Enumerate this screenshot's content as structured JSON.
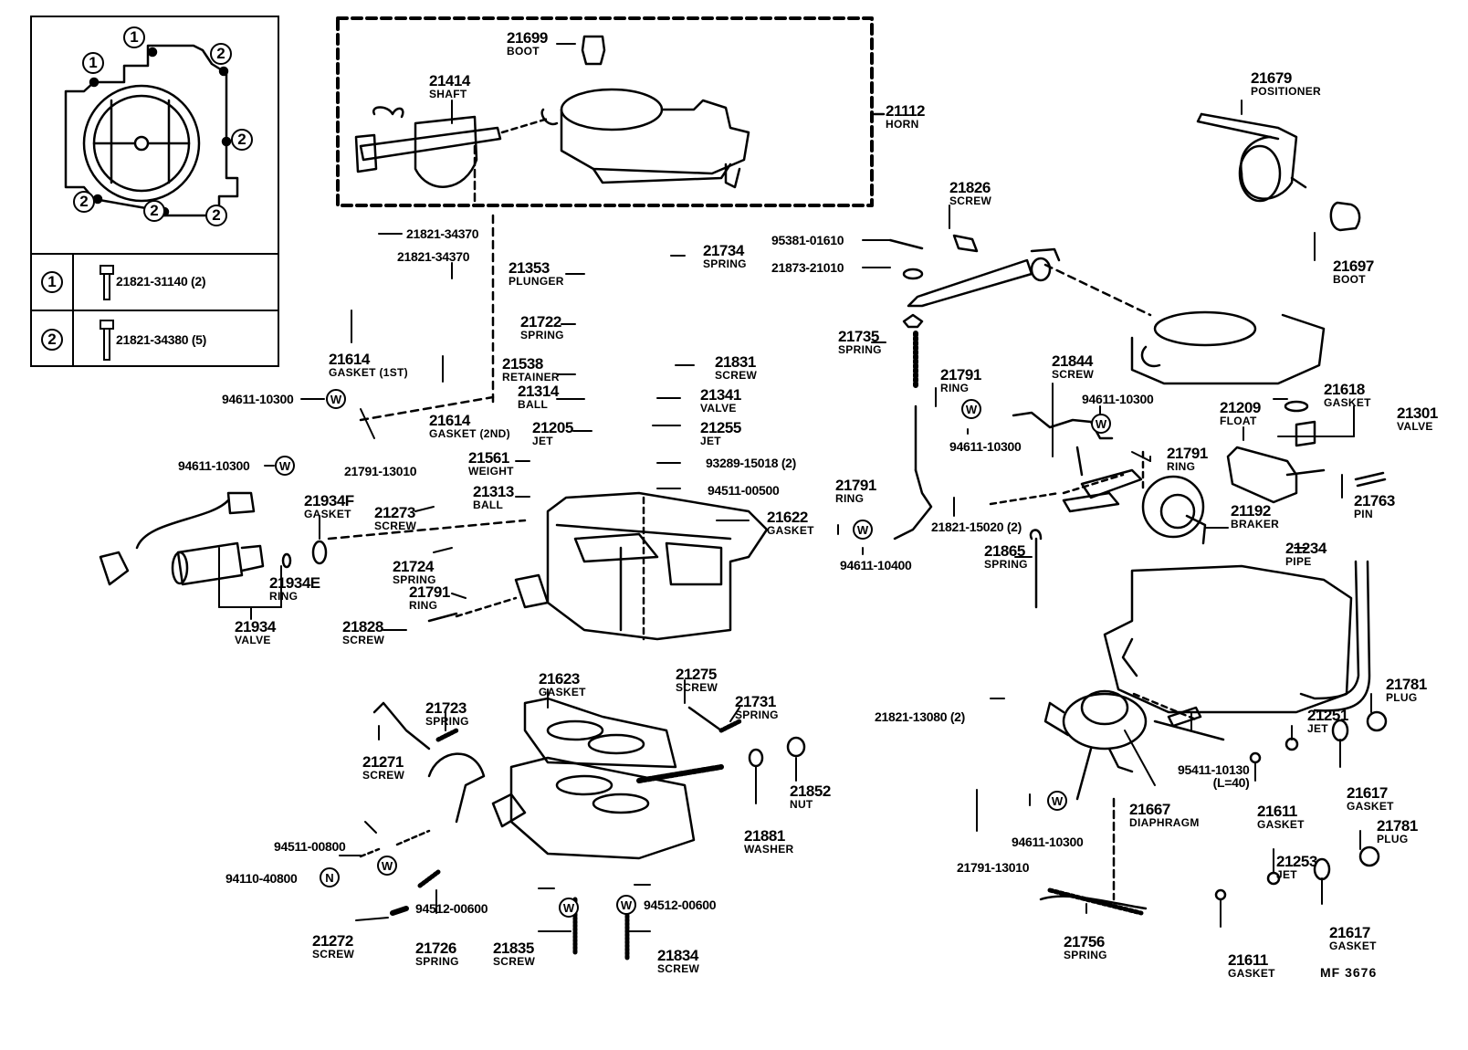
{
  "diagram": {
    "type": "exploded parts diagram",
    "subject": "Carburetor assembly",
    "figure_code": "MF 3676"
  },
  "inset": {
    "markers": [
      "1",
      "1",
      "2",
      "2",
      "2",
      "2",
      "2",
      "2"
    ],
    "rows": [
      {
        "key": "1",
        "part": "21821-31140 (2)"
      },
      {
        "key": "2",
        "part": "21821-34380 (5)"
      }
    ]
  },
  "parts": {
    "p21699": {
      "num": "21699",
      "name": "BOOT"
    },
    "p21414": {
      "num": "21414",
      "name": "SHAFT"
    },
    "p21112": {
      "num": "21112",
      "name": "HORN"
    },
    "p21679": {
      "num": "21679",
      "name": "POSITIONER"
    },
    "p21697": {
      "num": "21697",
      "name": "BOOT"
    },
    "p21826": {
      "num": "21826",
      "name": "SCREW"
    },
    "p95381": {
      "num": "95381-01610"
    },
    "p21873": {
      "num": "21873-21010"
    },
    "p21735": {
      "num": "21735",
      "name": "SPRING"
    },
    "p21791a": {
      "num": "21791",
      "name": "RING"
    },
    "p21844": {
      "num": "21844",
      "name": "SCREW"
    },
    "w94611a": {
      "num": "94611-10300"
    },
    "w94611b": {
      "num": "94611-10300"
    },
    "p21791b": {
      "num": "21791",
      "name": "RING"
    },
    "p21618": {
      "num": "21618",
      "name": "GASKET"
    },
    "p21209": {
      "num": "21209",
      "name": "FLOAT"
    },
    "p21301": {
      "num": "21301",
      "name": "VALVE"
    },
    "p21791c": {
      "num": "21791",
      "name": "RING"
    },
    "w94611c": {
      "num": "94611-10400"
    },
    "p21821_15020": {
      "num": "21821-15020 (2)"
    },
    "p21192": {
      "num": "21192",
      "name": "BRAKER"
    },
    "p21763": {
      "num": "21763",
      "name": "PIN"
    },
    "p21865": {
      "num": "21865",
      "name": "SPRING"
    },
    "p21234": {
      "num": "21234",
      "name": "PIPE"
    },
    "p21821_34370a": {
      "num": "21821-34370"
    },
    "p21821_34370b": {
      "num": "21821-34370"
    },
    "p21614a": {
      "num": "21614",
      "name": "GASKET (1ST)"
    },
    "p21614b": {
      "num": "21614",
      "name": "GASKET (2ND)"
    },
    "w94611d": {
      "num": "94611-10300"
    },
    "w94611e": {
      "num": "94611-10300"
    },
    "p21791_13010a": {
      "num": "21791-13010"
    },
    "p21353": {
      "num": "21353",
      "name": "PLUNGER"
    },
    "p21722": {
      "num": "21722",
      "name": "SPRING"
    },
    "p21538": {
      "num": "21538",
      "name": "RETAINER"
    },
    "p21314": {
      "num": "21314",
      "name": "BALL"
    },
    "p21205": {
      "num": "21205",
      "name": "JET"
    },
    "p21561": {
      "num": "21561",
      "name": "WEIGHT"
    },
    "p21313": {
      "num": "21313",
      "name": "BALL"
    },
    "p21734": {
      "num": "21734",
      "name": "SPRING"
    },
    "p21831": {
      "num": "21831",
      "name": "SCREW"
    },
    "p21341": {
      "num": "21341",
      "name": "VALVE"
    },
    "p21255": {
      "num": "21255",
      "name": "JET"
    },
    "p93289": {
      "num": "93289-15018 (2)"
    },
    "p94511_00500": {
      "num": "94511-00500"
    },
    "p21622": {
      "num": "21622",
      "name": "GASKET"
    },
    "p21934F": {
      "num": "21934F",
      "name": "GASKET"
    },
    "p21273": {
      "num": "21273",
      "name": "SCREW"
    },
    "p21724": {
      "num": "21724",
      "name": "SPRING"
    },
    "p21934E": {
      "num": "21934E",
      "name": "RING"
    },
    "p21934": {
      "num": "21934",
      "name": "VALVE"
    },
    "p21791d": {
      "num": "21791",
      "name": "RING"
    },
    "p21828": {
      "num": "21828",
      "name": "SCREW"
    },
    "p21623": {
      "num": "21623",
      "name": "GASKET"
    },
    "p21275": {
      "num": "21275",
      "name": "SCREW"
    },
    "p21731": {
      "num": "21731",
      "name": "SPRING"
    },
    "p21723": {
      "num": "21723",
      "name": "SPRING"
    },
    "p21271": {
      "num": "21271",
      "name": "SCREW"
    },
    "p21852": {
      "num": "21852",
      "name": "NUT"
    },
    "p21881": {
      "num": "21881",
      "name": "WASHER"
    },
    "p94511_00800": {
      "num": "94511-00800"
    },
    "p94110": {
      "num": "94110-40800"
    },
    "p94512a": {
      "num": "94512-00600"
    },
    "p94512b": {
      "num": "94512-00600"
    },
    "p21272": {
      "num": "21272",
      "name": "SCREW"
    },
    "p21726": {
      "num": "21726",
      "name": "SPRING"
    },
    "p21835": {
      "num": "21835",
      "name": "SCREW"
    },
    "p21834": {
      "num": "21834",
      "name": "SCREW"
    },
    "p21821_13080": {
      "num": "21821-13080 (2)"
    },
    "p21667": {
      "num": "21667",
      "name": "DIAPHRAGM"
    },
    "p95411": {
      "num": "95411-10130",
      "name": "(L=40)"
    },
    "w94611f": {
      "num": "94611-10300"
    },
    "p21791_13010b": {
      "num": "21791-13010"
    },
    "p21756": {
      "num": "21756",
      "name": "SPRING"
    },
    "p21781a": {
      "num": "21781",
      "name": "PLUG"
    },
    "p21251": {
      "num": "21251",
      "name": "JET"
    },
    "p21617a": {
      "num": "21617",
      "name": "GASKET"
    },
    "p21611a": {
      "num": "21611",
      "name": "GASKET"
    },
    "p21781b": {
      "num": "21781",
      "name": "PLUG"
    },
    "p21253": {
      "num": "21253",
      "name": "JET"
    },
    "p21617b": {
      "num": "21617",
      "name": "GASKET"
    },
    "p21611b": {
      "num": "21611",
      "name": "GASKET"
    }
  },
  "symbols": {
    "washer": "W",
    "nut": "N"
  }
}
